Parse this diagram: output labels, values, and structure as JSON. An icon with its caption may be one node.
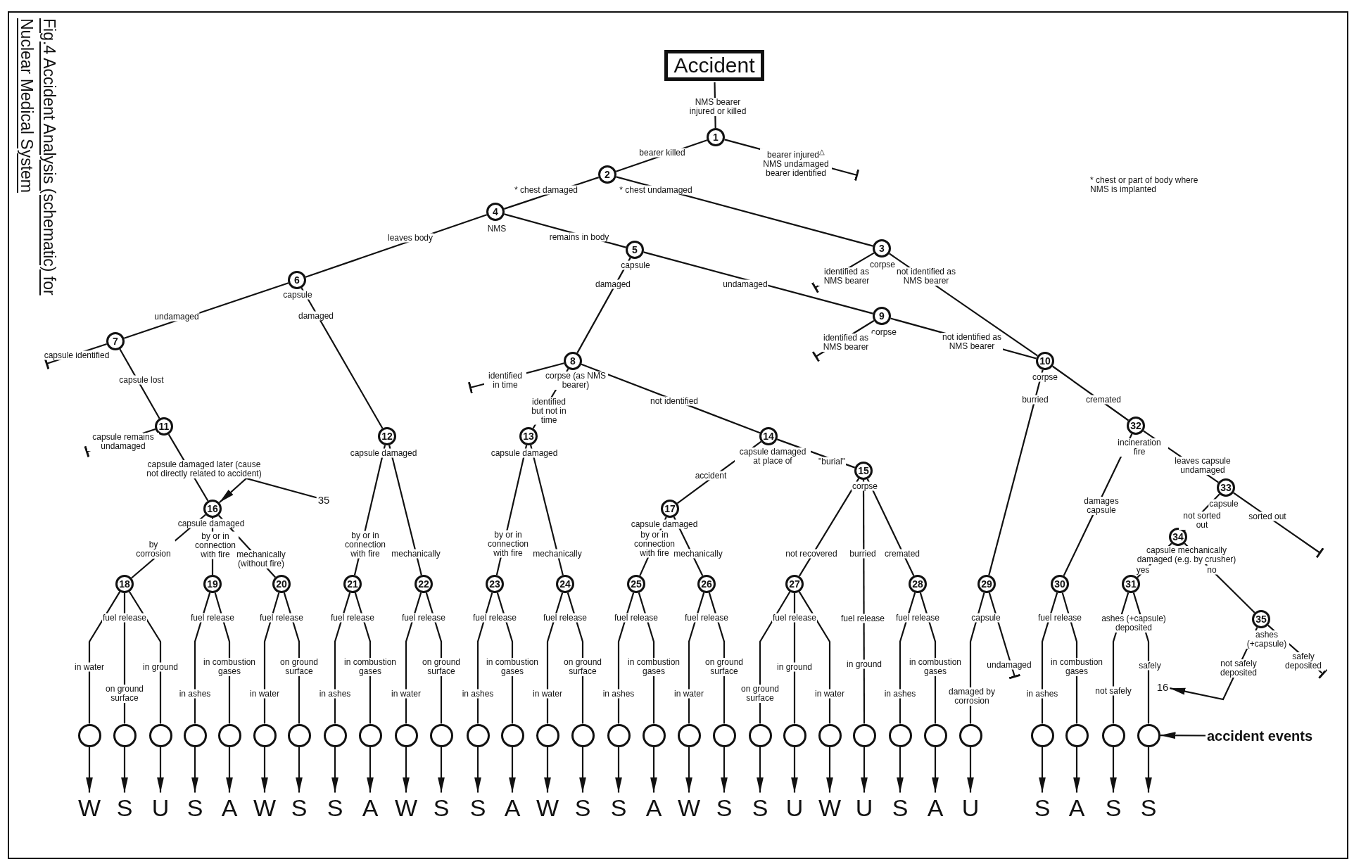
{
  "diagram": {
    "title": "Fig.4 Accident Analysis (schematic) for Nuclear Medical System",
    "nodes": [
      {
        "text": [
          "Accident"
        ]
      },
      {
        "text": [
          "1"
        ]
      },
      {
        "text": [
          "2"
        ]
      },
      {
        "text": [
          "3"
        ],
        "beside": [
          "corpse"
        ]
      },
      {
        "text": [
          "4"
        ],
        "beside": [
          "NMS"
        ]
      },
      {
        "text": [
          "5"
        ],
        "beside": [
          "capsule"
        ]
      },
      {
        "text": [
          "6"
        ],
        "beside": [
          "capsule"
        ]
      },
      {
        "text": [
          "7"
        ]
      },
      {
        "text": [
          "8"
        ],
        "beside": [
          "corpse (as NMS bearer)"
        ]
      },
      {
        "text": [
          "9"
        ],
        "beside": [
          "corpse"
        ]
      },
      {
        "text": [
          "10"
        ],
        "beside": [
          "corpse"
        ]
      },
      {
        "text": [
          "11"
        ]
      },
      {
        "text": [
          "12"
        ],
        "beside": [
          "capsule damaged"
        ]
      },
      {
        "text": [
          "13"
        ],
        "beside": [
          "capsule damaged"
        ]
      },
      {
        "text": [
          "14"
        ],
        "beside": [
          "capsule damaged at place of"
        ]
      },
      {
        "text": [
          "15"
        ],
        "beside": [
          "corpse"
        ]
      },
      {
        "text": [
          "16"
        ],
        "beside": [
          "capsule damaged"
        ]
      },
      {
        "text": [
          "17"
        ],
        "beside": [
          "capsule damaged"
        ]
      },
      {
        "text": [
          "18"
        ],
        "beside": [
          "fuel release"
        ]
      },
      {
        "text": [
          "19"
        ],
        "beside": [
          "fuel release"
        ]
      },
      {
        "text": [
          "20"
        ],
        "beside": [
          "fuel release"
        ]
      },
      {
        "text": [
          "21"
        ],
        "beside": [
          "fuel release"
        ]
      },
      {
        "text": [
          "22"
        ],
        "beside": [
          "fuel release"
        ]
      },
      {
        "text": [
          "23"
        ],
        "beside": [
          "fuel release"
        ]
      },
      {
        "text": [
          "24"
        ],
        "beside": [
          "fuel release"
        ]
      },
      {
        "text": [
          "25"
        ],
        "beside": [
          "fuel release"
        ]
      },
      {
        "text": [
          "26"
        ],
        "beside": [
          "fuel release"
        ]
      },
      {
        "text": [
          "27"
        ],
        "beside": [
          "fuel release"
        ]
      },
      {
        "text": [
          "28"
        ],
        "beside": [
          "fuel release"
        ]
      },
      {
        "text": [
          "29"
        ],
        "beside": [
          "capsule"
        ]
      },
      {
        "text": [
          "30"
        ],
        "beside": [
          "fuel release"
        ]
      },
      {
        "text": [
          "31"
        ],
        "beside": [
          "ashes (+capsule) deposited"
        ]
      },
      {
        "text": [
          "32"
        ],
        "beside": [
          "incineration fire"
        ]
      },
      {
        "text": [
          "33"
        ],
        "beside": [
          "capsule"
        ]
      },
      {
        "text": [
          "34"
        ],
        "beside": [
          "capsule mechanically damaged (e.g. by crusher)"
        ]
      },
      {
        "text": [
          "35"
        ],
        "beside": [
          "ashes (+capsule)"
        ]
      },
      {
        "text": [
          "35"
        ]
      },
      {
        "text": [
          "16"
        ]
      },
      {
        "text": [
          "accident events"
        ]
      },
      {
        "text": [],
        "shape": "circle"
      },
      {
        "text": [],
        "shape": "circle"
      },
      {
        "text": [],
        "shape": "circle"
      },
      {
        "text": [],
        "shape": "circle"
      },
      {
        "text": [],
        "shape": "circle"
      },
      {
        "text": [],
        "shape": "circle"
      },
      {
        "text": [],
        "shape": "circle"
      },
      {
        "text": [],
        "shape": "circle"
      },
      {
        "text": [],
        "shape": "circle"
      },
      {
        "text": [],
        "shape": "circle"
      },
      {
        "text": [],
        "shape": "circle"
      },
      {
        "text": [],
        "shape": "circle"
      },
      {
        "text": [],
        "shape": "circle"
      },
      {
        "text": [],
        "shape": "circle"
      },
      {
        "text": [],
        "shape": "circle"
      },
      {
        "text": [],
        "shape": "circle"
      },
      {
        "text": [],
        "shape": "circle"
      },
      {
        "text": [],
        "shape": "circle"
      },
      {
        "text": [],
        "shape": "circle"
      },
      {
        "text": [],
        "shape": "circle"
      },
      {
        "text": [],
        "shape": "circle"
      },
      {
        "text": [],
        "shape": "circle"
      },
      {
        "text": [],
        "shape": "circle"
      },
      {
        "text": [],
        "shape": "circle"
      },
      {
        "text": [],
        "shape": "circle"
      },
      {
        "text": [],
        "shape": "circle"
      },
      {
        "text": [],
        "shape": "circle"
      },
      {
        "text": [],
        "shape": "circle"
      },
      {
        "text": [],
        "shape": "circle"
      },
      {
        "text": [],
        "shape": "circle"
      },
      {
        "text": [
          "W"
        ]
      },
      {
        "text": [
          "S"
        ]
      },
      {
        "text": [
          "U"
        ]
      },
      {
        "text": [
          "S"
        ]
      },
      {
        "text": [
          "A"
        ]
      },
      {
        "text": [
          "W"
        ]
      },
      {
        "text": [
          "S"
        ]
      },
      {
        "text": [
          "S"
        ]
      },
      {
        "text": [
          "A"
        ]
      },
      {
        "text": [
          "W"
        ]
      },
      {
        "text": [
          "S"
        ]
      },
      {
        "text": [
          "S"
        ]
      },
      {
        "text": [
          "A"
        ]
      },
      {
        "text": [
          "W"
        ]
      },
      {
        "text": [
          "S"
        ]
      },
      {
        "text": [
          "S"
        ]
      },
      {
        "text": [
          "A"
        ]
      },
      {
        "text": [
          "W"
        ]
      },
      {
        "text": [
          "S"
        ]
      },
      {
        "text": [
          "S"
        ]
      },
      {
        "text": [
          "U"
        ]
      },
      {
        "text": [
          "W"
        ]
      },
      {
        "text": [
          "U"
        ]
      },
      {
        "text": [
          "S"
        ]
      },
      {
        "text": [
          "A"
        ]
      },
      {
        "text": [
          "U"
        ]
      },
      {
        "text": [
          "S"
        ]
      },
      {
        "text": [
          "A"
        ]
      },
      {
        "text": [
          "S"
        ]
      },
      {
        "text": [
          "S"
        ]
      }
    ],
    "edges": [
      {
        "from": 0,
        "to": 1,
        "arrow": "none",
        "label": "NMS bearer injured or killed"
      },
      {
        "from": 1,
        "to": 2,
        "arrow": "none",
        "label": "bearer killed"
      },
      {
        "from": 1,
        "to": null,
        "arrow": "other",
        "label": "bearer injured$^{△}$ NMS undamaged bearer identified"
      },
      {
        "from": 2,
        "to": 4,
        "arrow": "none",
        "label": "* chest damaged"
      },
      {
        "from": 2,
        "to": 3,
        "arrow": "none",
        "label": "* chest undamaged"
      },
      {
        "from": 3,
        "to": null,
        "arrow": "other",
        "label": "identified as NMS bearer"
      },
      {
        "from": 3,
        "to": 10,
        "arrow": "none",
        "label": "not identified as NMS bearer"
      },
      {
        "from": 4,
        "to": 6,
        "arrow": "none",
        "label": "leaves body"
      },
      {
        "from": 4,
        "to": 5,
        "arrow": "none",
        "label": "remains in body"
      },
      {
        "from": 5,
        "to": 8,
        "arrow": "none",
        "label": "damaged"
      },
      {
        "from": 5,
        "to": 9,
        "arrow": "none",
        "label": "undamaged"
      },
      {
        "from": 6,
        "to": 7,
        "arrow": "none",
        "label": "undamaged"
      },
      {
        "from": 6,
        "to": 12,
        "arrow": "none",
        "label": "damaged"
      },
      {
        "from": 7,
        "to": null,
        "arrow": "other",
        "label": "capsule identified"
      },
      {
        "from": 7,
        "to": 11,
        "arrow": "none",
        "label": "capsule lost"
      },
      {
        "from": 8,
        "to": null,
        "arrow": "other",
        "label": "identified in time"
      },
      {
        "from": 8,
        "to": 13,
        "arrow": "none",
        "label": "identified but not in time"
      },
      {
        "from": 8,
        "to": 14,
        "arrow": "none",
        "label": "not identified"
      },
      {
        "from": 9,
        "to": null,
        "arrow": "other",
        "label": "identified as NMS bearer"
      },
      {
        "from": 9,
        "to": 10,
        "arrow": "none",
        "label": "not identified as NMS bearer"
      },
      {
        "from": 10,
        "to": 29,
        "arrow": "none",
        "label": "burried"
      },
      {
        "from": 10,
        "to": 32,
        "arrow": "none",
        "label": "cremated"
      },
      {
        "from": 11,
        "to": null,
        "arrow": "other",
        "label": "capsule remains undamaged"
      },
      {
        "from": 11,
        "to": 16,
        "arrow": "none",
        "label": "capsule damaged later (cause not directly related to accident)"
      },
      {
        "from": 12,
        "to": 21,
        "arrow": "none",
        "label": "by or in connection with fire"
      },
      {
        "from": 12,
        "to": 22,
        "arrow": "none",
        "label": "mechanically"
      },
      {
        "from": 13,
        "to": 23,
        "arrow": "none",
        "label": "by or in connection with fire"
      },
      {
        "from": 13,
        "to": 24,
        "arrow": "none",
        "label": "mechanically"
      },
      {
        "from": 14,
        "to": 17,
        "arrow": "none",
        "label": "accident"
      },
      {
        "from": 14,
        "to": 15,
        "arrow": "none",
        "label": "\"burial\""
      },
      {
        "from": 15,
        "to": 27,
        "arrow": "none",
        "label": "not recovered"
      },
      {
        "from": 15,
        "to": 61,
        "arrow": "none",
        "label": "burried"
      },
      {
        "from": 15,
        "to": 28,
        "arrow": "none",
        "label": "cremated"
      },
      {
        "from": 16,
        "to": 18,
        "arrow": "none",
        "label": "by corrosion"
      },
      {
        "from": 16,
        "to": 19,
        "arrow": "none",
        "label": "by or in connection with fire"
      },
      {
        "from": 16,
        "to": 20,
        "arrow": "none",
        "label": "mechanically (without fire)"
      },
      {
        "from": 17,
        "to": 25,
        "arrow": "none",
        "label": "by or in connection with fire"
      },
      {
        "from": 17,
        "to": 26,
        "arrow": "none",
        "label": "mechanically"
      },
      {
        "from": 18,
        "to": 39,
        "arrow": "none",
        "label": "in water"
      },
      {
        "from": 18,
        "to": 40,
        "arrow": "none",
        "label": "on ground surface"
      },
      {
        "from": 18,
        "to": 41,
        "arrow": "none",
        "label": "in ground"
      },
      {
        "from": 19,
        "to": 42,
        "arrow": "none",
        "label": "in ashes"
      },
      {
        "from": 19,
        "to": 43,
        "arrow": "none",
        "label": "in combustion gases"
      },
      {
        "from": 20,
        "to": 44,
        "arrow": "none",
        "label": "in water"
      },
      {
        "from": 20,
        "to": 45,
        "arrow": "none",
        "label": "on ground surface"
      },
      {
        "from": 21,
        "to": 46,
        "arrow": "none",
        "label": "in ashes"
      },
      {
        "from": 21,
        "to": 47,
        "arrow": "none",
        "label": "in combustion gases"
      },
      {
        "from": 22,
        "to": 48,
        "arrow": "none",
        "label": "in water"
      },
      {
        "from": 22,
        "to": 49,
        "arrow": "none",
        "label": "on ground surface"
      },
      {
        "from": 23,
        "to": 50,
        "arrow": "none",
        "label": "in ashes"
      },
      {
        "from": 23,
        "to": 51,
        "arrow": "none",
        "label": "in combustion gases"
      },
      {
        "from": 24,
        "to": 52,
        "arrow": "none",
        "label": "in water"
      },
      {
        "from": 24,
        "to": 53,
        "arrow": "none",
        "label": "on ground surface"
      },
      {
        "from": 25,
        "to": 54,
        "arrow": "none",
        "label": "in ashes"
      },
      {
        "from": 25,
        "to": 55,
        "arrow": "none",
        "label": "in combustion gases"
      },
      {
        "from": 26,
        "to": 56,
        "arrow": "none",
        "label": "in water"
      },
      {
        "from": 26,
        "to": 57,
        "arrow": "none",
        "label": "on ground surface"
      },
      {
        "from": 27,
        "to": 58,
        "arrow": "none",
        "label": "on ground surface"
      },
      {
        "from": 27,
        "to": 59,
        "arrow": "none",
        "label": "in ground"
      },
      {
        "from": 27,
        "to": 60,
        "arrow": "none",
        "label": "in water"
      },
      {
        "from": 28,
        "to": 62,
        "arrow": "none",
        "label": "in ashes"
      },
      {
        "from": 28,
        "to": 63,
        "arrow": "none",
        "label": "in combustion gases"
      },
      {
        "from": 29,
        "to": 64,
        "arrow": "none",
        "label": "damaged by corrosion"
      },
      {
        "from": 29,
        "to": null,
        "arrow": "other",
        "label": "undamaged"
      },
      {
        "from": 30,
        "to": 65,
        "arrow": "none",
        "label": "in ashes"
      },
      {
        "from": 30,
        "to": 66,
        "arrow": "none",
        "label": "in combustion gases"
      },
      {
        "from": 31,
        "to": 67,
        "arrow": "none",
        "label": "not safely"
      },
      {
        "from": 31,
        "to": 68,
        "arrow": "none",
        "label": "safely"
      },
      {
        "from": 32,
        "to": 30,
        "arrow": "none",
        "label": "damages capsule"
      },
      {
        "from": 32,
        "to": 33,
        "arrow": "none",
        "label": "leaves capsule undamaged"
      },
      {
        "from": 33,
        "to": 34,
        "arrow": "none",
        "label": "not sorted out"
      },
      {
        "from": 33,
        "to": null,
        "arrow": "other",
        "label": "sorted out"
      },
      {
        "from": 34,
        "to": 31,
        "arrow": "none",
        "label": "yes"
      },
      {
        "from": 34,
        "to": 35,
        "arrow": "none",
        "label": "no"
      },
      {
        "from": 35,
        "to": 37,
        "arrow": "to",
        "label": "not safely deposited"
      },
      {
        "from": 35,
        "to": null,
        "arrow": "other",
        "label": "safely deposited"
      },
      {
        "from": 36,
        "to": 16,
        "arrow": "to"
      },
      {
        "from": 38,
        "to": 68,
        "arrow": "to"
      },
      {
        "from": 39,
        "to": 69,
        "arrow": "to"
      },
      {
        "from": 40,
        "to": 70,
        "arrow": "to"
      },
      {
        "from": 41,
        "to": 71,
        "arrow": "to"
      },
      {
        "from": 42,
        "to": 72,
        "arrow": "to"
      },
      {
        "from": 43,
        "to": 73,
        "arrow": "to"
      },
      {
        "from": 44,
        "to": 74,
        "arrow": "to"
      },
      {
        "from": 45,
        "to": 75,
        "arrow": "to"
      },
      {
        "from": 46,
        "to": 76,
        "arrow": "to"
      },
      {
        "from": 47,
        "to": 77,
        "arrow": "to"
      },
      {
        "from": 48,
        "to": 78,
        "arrow": "to"
      },
      {
        "from": 49,
        "to": 79,
        "arrow": "to"
      },
      {
        "from": 50,
        "to": 80,
        "arrow": "to"
      },
      {
        "from": 51,
        "to": 81,
        "arrow": "to"
      },
      {
        "from": 52,
        "to": 82,
        "arrow": "to"
      },
      {
        "from": 53,
        "to": 83,
        "arrow": "to"
      },
      {
        "from": 54,
        "to": 84,
        "arrow": "to"
      },
      {
        "from": 55,
        "to": 85,
        "arrow": "to"
      },
      {
        "from": 56,
        "to": 86,
        "arrow": "to"
      },
      {
        "from": 57,
        "to": 87,
        "arrow": "to"
      },
      {
        "from": 58,
        "to": 88,
        "arrow": "to"
      },
      {
        "from": 59,
        "to": 89,
        "arrow": "to"
      },
      {
        "from": 60,
        "to": 90,
        "arrow": "to"
      },
      {
        "from": 61,
        "to": 91,
        "arrow": "to"
      },
      {
        "from": 62,
        "to": 92,
        "arrow": "to"
      },
      {
        "from": 63,
        "to": 93,
        "arrow": "to"
      },
      {
        "from": 64,
        "to": 94,
        "arrow": "to"
      },
      {
        "from": 65,
        "to": 95,
        "arrow": "to"
      },
      {
        "from": 66,
        "to": 96,
        "arrow": "to"
      },
      {
        "from": 67,
        "to": 97,
        "arrow": "to"
      },
      {
        "from": 68,
        "to": 98,
        "arrow": "to"
      }
    ],
    "labels": [
      "fuel release",
      "in ground",
      "* chest or part of body where NMS is implanted"
    ]
  }
}
